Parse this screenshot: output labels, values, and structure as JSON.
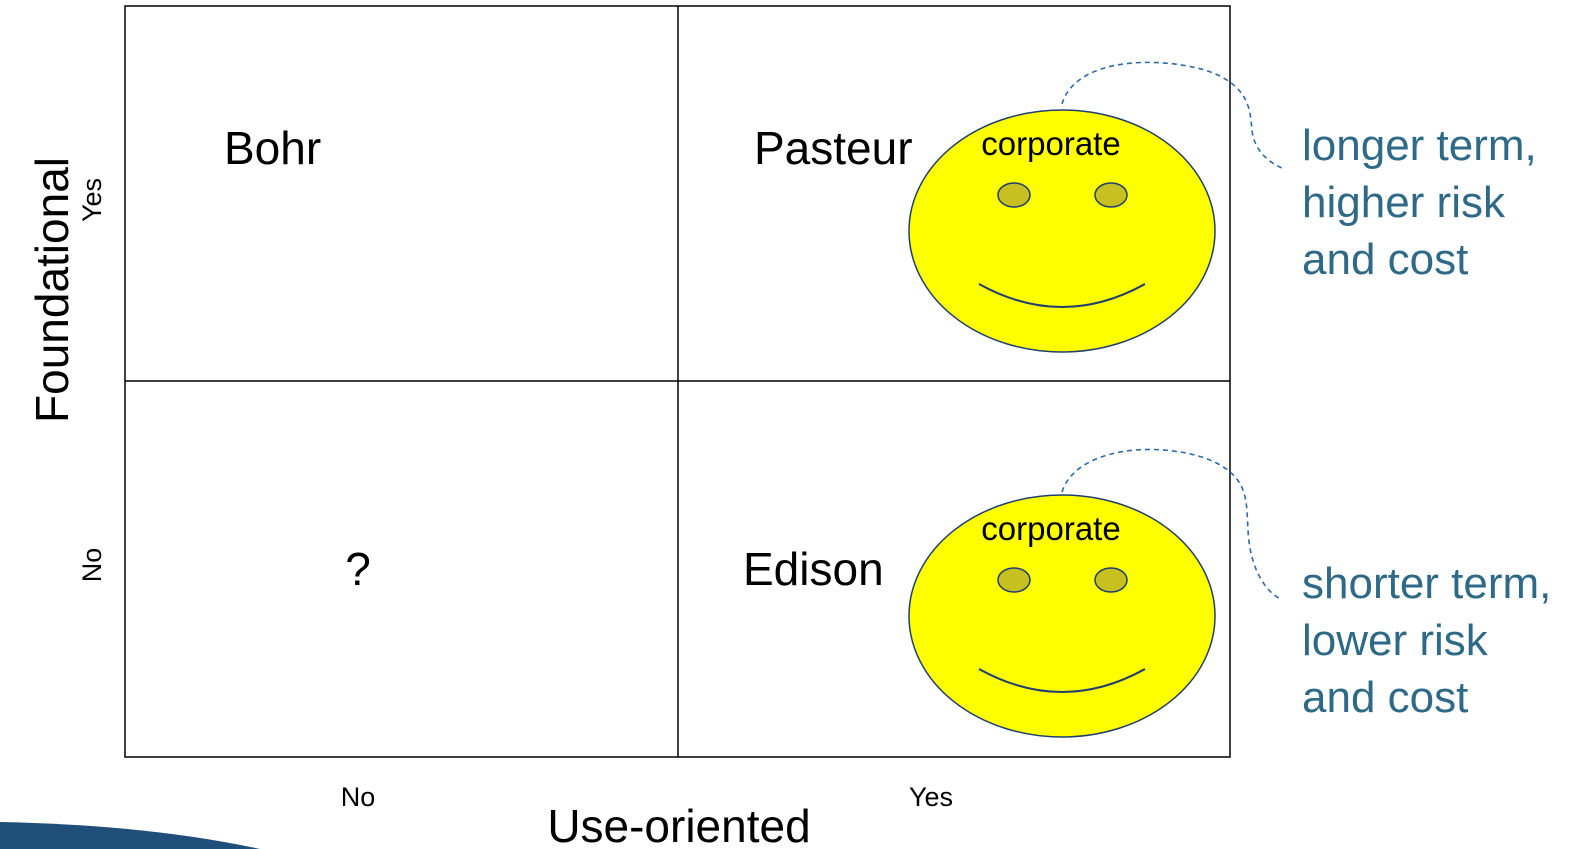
{
  "axes": {
    "x_title": "Use-oriented",
    "y_title": "Foundational",
    "x_ticks": [
      "No",
      "Yes"
    ],
    "y_ticks": [
      "Yes",
      "No"
    ]
  },
  "quadrants": {
    "top_left": "Bohr",
    "top_right": "Pasteur",
    "bottom_left": "?",
    "bottom_right": "Edison"
  },
  "faces": [
    {
      "label": "corporate",
      "note": "longer term, higher risk and cost"
    },
    {
      "label": "corporate",
      "note": "shorter term, lower risk and cost"
    }
  ],
  "colors": {
    "face_fill": "#ffff00",
    "face_outline": "#1f3e6f",
    "eye_fill": "#c8c020",
    "note_text": "#2e6a87",
    "bottom_bar": "#1f4e79"
  }
}
